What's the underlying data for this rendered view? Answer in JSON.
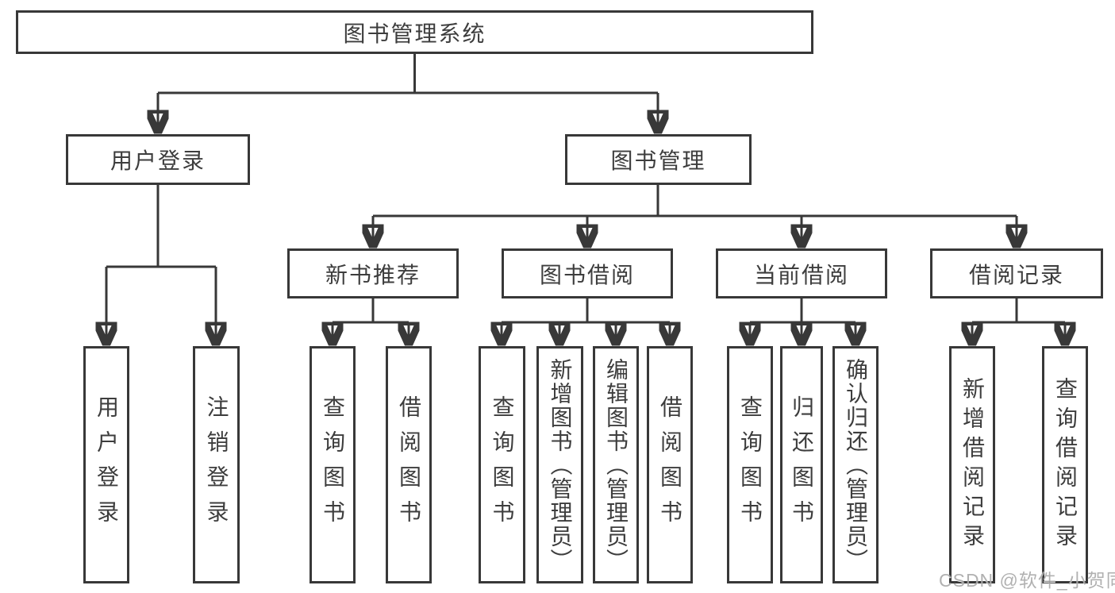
{
  "diagram_title": "图书管理系统",
  "hierarchy": {
    "label": "图书管理系统",
    "children": [
      {
        "label": "用户登录",
        "children": [
          {
            "label": "用户登录"
          },
          {
            "label": "注销登录"
          }
        ]
      },
      {
        "label": "图书管理",
        "children": [
          {
            "label": "新书推荐",
            "children": [
              {
                "label": "查询图书"
              },
              {
                "label": "借阅图书"
              }
            ]
          },
          {
            "label": "图书借阅",
            "children": [
              {
                "label": "查询图书"
              },
              {
                "label": "新增图书（管理员）"
              },
              {
                "label": "编辑图书（管理员）"
              },
              {
                "label": "借阅图书"
              }
            ]
          },
          {
            "label": "当前借阅",
            "children": [
              {
                "label": "查询图书"
              },
              {
                "label": "归还图书"
              },
              {
                "label": "确认归还（管理员）"
              }
            ]
          },
          {
            "label": "借阅记录",
            "children": [
              {
                "label": "新增借阅记录"
              },
              {
                "label": "查询借阅记录"
              }
            ]
          }
        ]
      }
    ]
  },
  "watermark": {
    "text": "CSDN @软件_小贺同学"
  },
  "colors": {
    "line": "#383838",
    "box_border": "#383838",
    "text": "#3d3d3d",
    "background": "#ffffff",
    "watermark": "#a9a9a9"
  }
}
